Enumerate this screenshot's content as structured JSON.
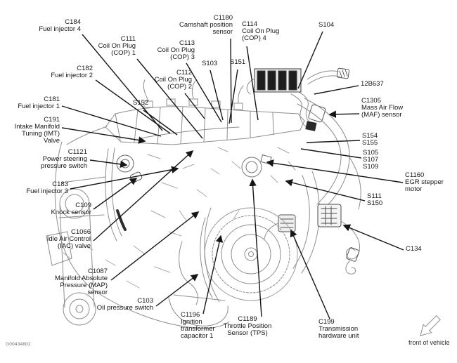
{
  "figure": {
    "code": "G00434802",
    "compass_label": "front of vehicle"
  },
  "callouts": {
    "c184": {
      "lines": [
        "C184",
        "Fuel injector 4"
      ]
    },
    "c111": {
      "lines": [
        "C111",
        "Coil On Plug",
        "(COP) 1"
      ]
    },
    "c1180": {
      "lines": [
        "C1180",
        "Camshaft position",
        "sensor"
      ]
    },
    "c114": {
      "lines": [
        "C114",
        "Coil On Plug",
        "(COP) 4"
      ]
    },
    "s104": {
      "lines": [
        "S104"
      ]
    },
    "c113": {
      "lines": [
        "C113",
        "Coil On Plug",
        "(COP) 3"
      ]
    },
    "s103": {
      "lines": [
        "S103"
      ]
    },
    "s151": {
      "lines": [
        "S151"
      ]
    },
    "c112": {
      "lines": [
        "C112",
        "Coil On Plug",
        "(COP) 2"
      ]
    },
    "p12b637": {
      "lines": [
        "12B637"
      ]
    },
    "c1305": {
      "lines": [
        "C1305",
        "Mass Air Flow",
        "(MAF) sensor"
      ]
    },
    "c182": {
      "lines": [
        "C182",
        "Fuel injector 2"
      ]
    },
    "s152": {
      "lines": [
        "S152"
      ]
    },
    "c181": {
      "lines": [
        "C181",
        "Fuel injector 1"
      ]
    },
    "c191": {
      "lines": [
        "C191",
        "Intake Manifold",
        "Tuning (IMT)",
        "Valve"
      ]
    },
    "s154": {
      "lines": [
        "S154",
        "S155"
      ]
    },
    "s105": {
      "lines": [
        "S105",
        "S107",
        "S109"
      ]
    },
    "c1121": {
      "lines": [
        "C1121",
        "Power steering",
        "pressure switch"
      ]
    },
    "c1160": {
      "lines": [
        "C1160",
        "EGR stepper",
        "motor"
      ]
    },
    "c183": {
      "lines": [
        "C183",
        "Fuel injector 3"
      ]
    },
    "s111": {
      "lines": [
        "S111",
        "S150"
      ]
    },
    "c109": {
      "lines": [
        "C109",
        "Knock sensor"
      ]
    },
    "c1066": {
      "lines": [
        "C1066",
        "Idle Air Control",
        "(IAC) valve"
      ]
    },
    "c1087": {
      "lines": [
        "C1087",
        "Manifold Absolute",
        "Pressure (MAP)",
        "sensor"
      ]
    },
    "c103": {
      "lines": [
        "C103",
        "Oil pressure switch"
      ]
    },
    "c1196": {
      "lines": [
        "C1196",
        "Ignition",
        "transformer",
        "capacitor 1"
      ]
    },
    "c1189": {
      "lines": [
        "C1189",
        "Throttle Position",
        "Sensor (TPS)"
      ]
    },
    "c199": {
      "lines": [
        "C199",
        "Transmission",
        "hardware unit"
      ]
    },
    "c134": {
      "lines": [
        "C134"
      ]
    }
  },
  "colors": {
    "leader_line": "#161616",
    "engine_line": "#8d8d8d",
    "text": "#161616"
  }
}
